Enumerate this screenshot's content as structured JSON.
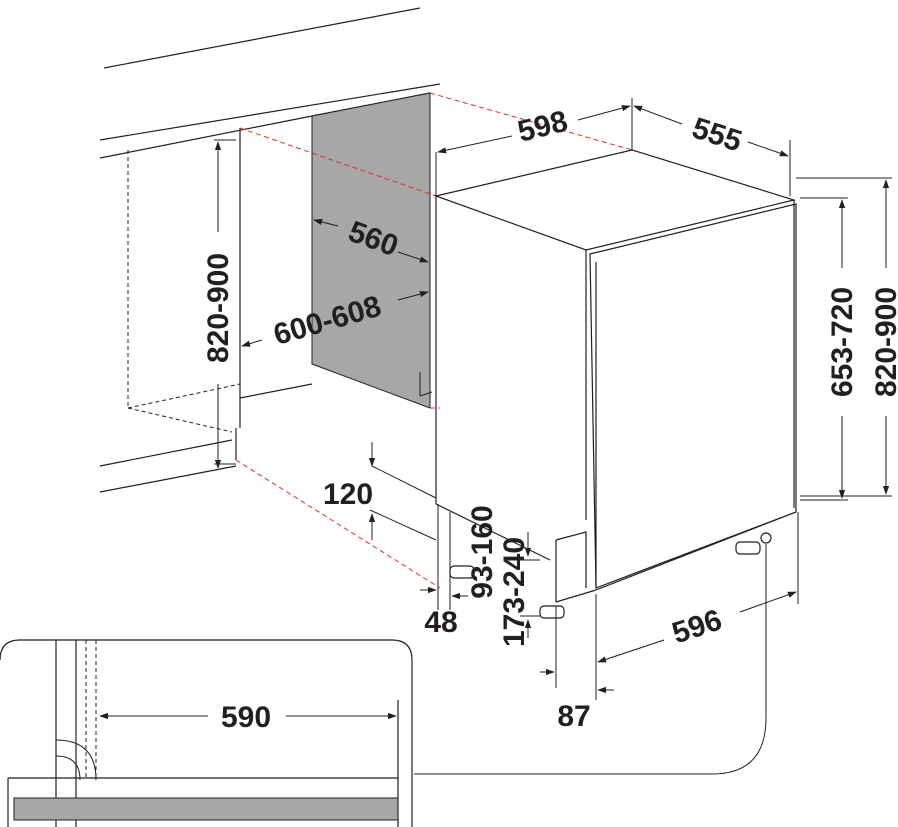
{
  "colors": {
    "line": "#231f20",
    "cut_line": "#e3302c",
    "niche_back": "#a7a7a7",
    "plinth": "#a7a7a7"
  },
  "dimensions": {
    "width_top": "598",
    "depth_top": "555",
    "niche_depth": "560",
    "niche_width": "600-608",
    "niche_height": "820-900",
    "appliance_height_right": "820-900",
    "door_height": "653-720",
    "plinth_top": "120",
    "plinth_range": "93-160",
    "foot_height": "173-240",
    "side_gap": "48",
    "door_width": "596",
    "door_offset": "87",
    "detail_width": "590"
  }
}
